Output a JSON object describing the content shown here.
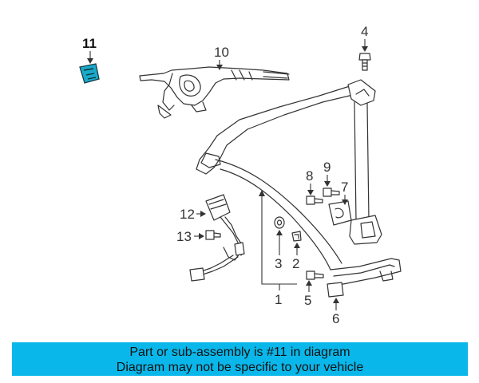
{
  "diagram": {
    "callouts": [
      "1",
      "2",
      "3",
      "4",
      "5",
      "6",
      "7",
      "8",
      "9",
      "10",
      "11",
      "12",
      "13"
    ],
    "highlighted_part": "11",
    "highlight_color": "#1aa9c9"
  },
  "banner": {
    "line1": "Part or sub-assembly is #11 in diagram",
    "line2": "Diagram may not be specific to your vehicle",
    "background": "#0ab7ea"
  }
}
